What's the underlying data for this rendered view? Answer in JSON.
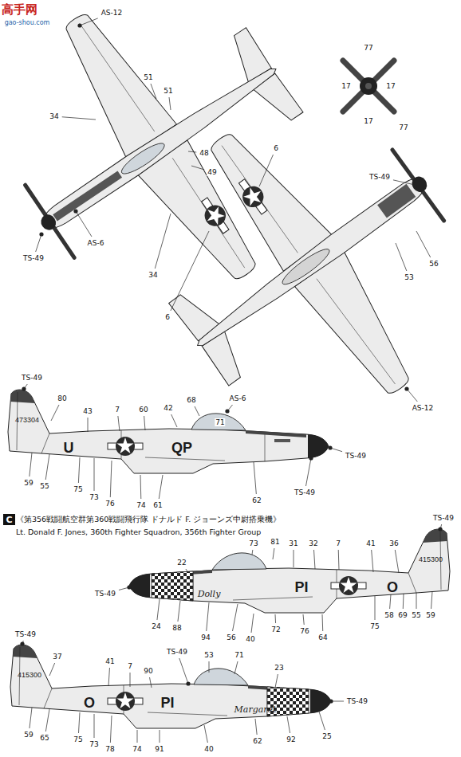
{
  "diagram": {
    "nodes": [
      {
        "text": [
          "C"
        ]
      }
    ],
    "labels": [
      "高手网",
      "gao-shou.com",
      "AS-12",
      "51",
      "51",
      "34",
      "48",
      "49",
      "AS-6",
      "TS-49",
      "34",
      "6",
      "6",
      "TS-49",
      "56",
      "53",
      "AS-12",
      "77",
      "17",
      "17",
      "17",
      "77",
      "TS-49",
      "80",
      "43",
      "473304",
      "7",
      "60",
      "42",
      "68",
      "AS-6",
      "71",
      "U",
      "QP",
      "TS-49",
      "59",
      "55",
      "75",
      "73",
      "76",
      "74",
      "61",
      "62",
      "TS-49",
      "《第356戦闘航空群第360戦闘飛行隊 ドナルド F. ジョーンズ中尉搭乗機》",
      "Lt. Donald F. Jones, 360th Fighter Squadron, 356th Fighter Group",
      "TS-49",
      "73",
      "81",
      "31",
      "32",
      "7",
      "41",
      "36",
      "415300",
      "22",
      "TS-49",
      "PI",
      "O",
      "Dolly",
      "24",
      "88",
      "94",
      "56",
      "40",
      "72",
      "76",
      "64",
      "75",
      "58",
      "69",
      "55",
      "59",
      "TS-49",
      "37",
      "41",
      "7",
      "90",
      "TS-49",
      "53",
      "71",
      "23",
      "415300",
      "O",
      "PI",
      "TS-49",
      "Margaret",
      "59",
      "65",
      "75",
      "73",
      "78",
      "74",
      "91",
      "40",
      "62",
      "92",
      "25"
    ]
  }
}
